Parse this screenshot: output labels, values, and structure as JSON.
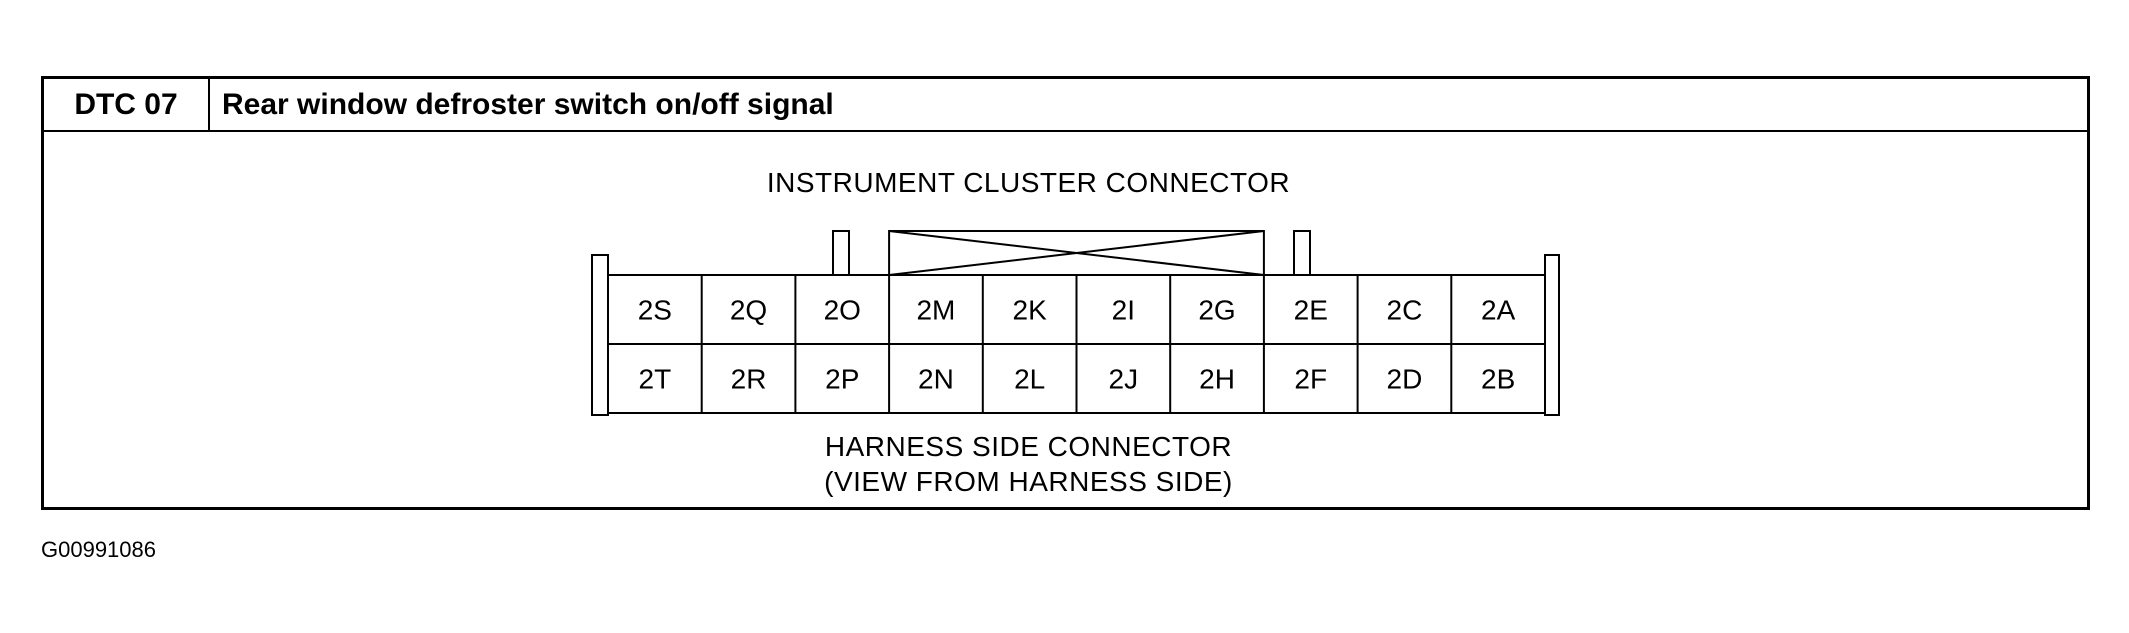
{
  "header": {
    "code": "DTC 07",
    "title": "Rear window defroster switch on/off signal"
  },
  "diagram": {
    "top_label": "INSTRUMENT CLUSTER CONNECTOR",
    "bottom_label_line1": "HARNESS SIDE CONNECTOR",
    "bottom_label_line2": "(VIEW FROM HARNESS SIDE)",
    "pins_top": [
      "2S",
      "2Q",
      "2O",
      "2M",
      "2K",
      "2I",
      "2G",
      "2E",
      "2C",
      "2A"
    ],
    "pins_bottom": [
      "2T",
      "2R",
      "2P",
      "2N",
      "2L",
      "2J",
      "2H",
      "2F",
      "2D",
      "2B"
    ]
  },
  "figure_id": "G00991086"
}
